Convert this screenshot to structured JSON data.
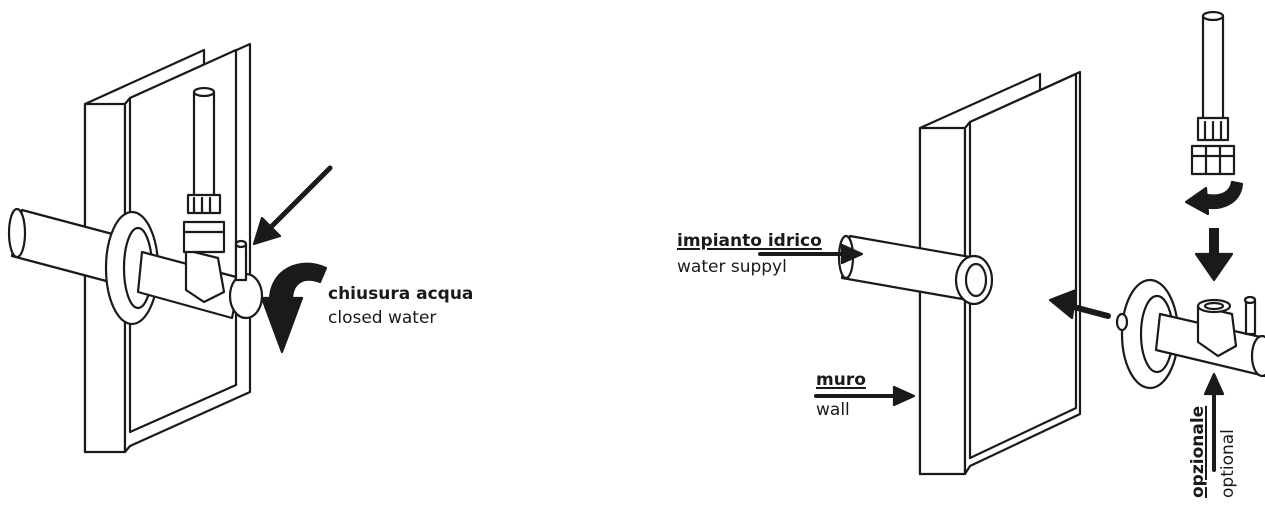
{
  "figure_left": {
    "label_it": "chiusura acqua",
    "label_en": "closed water"
  },
  "figure_right": {
    "supply_it": "impianto idrico",
    "supply_en": "water suppyl",
    "wall_it": "muro",
    "wall_en": "wall",
    "optional_it": "opzionale",
    "optional_en": "optional"
  },
  "colors": {
    "ink": "#1a1a1a",
    "fill": "#ffffff"
  }
}
